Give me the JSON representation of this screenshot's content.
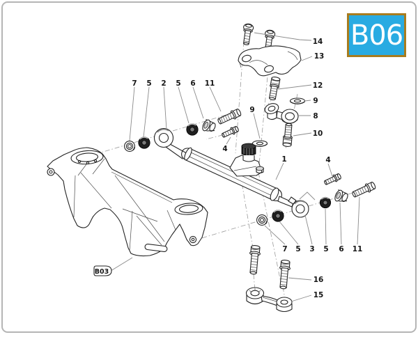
{
  "page": {
    "background": "#ffffff",
    "frame_border_color": "#b5b5b5"
  },
  "badge": {
    "label": "B06",
    "background": "#29abe2",
    "border_color": "#a87c1e",
    "text_color": "#ffffff"
  },
  "reference_tag": {
    "label": "B03"
  },
  "diagram": {
    "type": "exploded-parts-diagram",
    "subject": "steering damper and crossmember assembly",
    "callouts": {
      "1": "1",
      "2": "2",
      "3": "3",
      "4": "4",
      "5": "5",
      "6": "6",
      "7": "7",
      "8": "8",
      "9": "9",
      "10": "10",
      "11": "11",
      "12": "12",
      "13": "13",
      "14": "14",
      "15": "15",
      "16": "16"
    }
  }
}
